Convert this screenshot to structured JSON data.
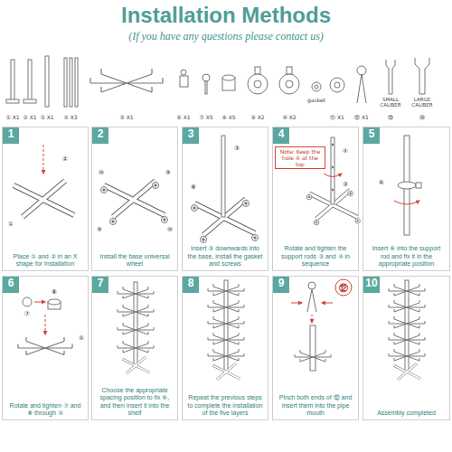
{
  "diagram": {
    "title": "Installation Methods",
    "nodes": [
      {
        "text": [
          "1",
          "Place ① and ② in an X shape for Installation"
        ]
      },
      {
        "text": [
          "2",
          "Install the base universal wheel"
        ]
      },
      {
        "text": [
          "3",
          "Insert ③ downwards into the base, install the gasket and screws"
        ]
      },
      {
        "text": [
          "4",
          "Rotate and tighten the support rods ③ and ④ in sequence"
        ]
      },
      {
        "text": [
          "5",
          "Insert ⑥ into the support rod and fix it in the appropriate position"
        ]
      },
      {
        "text": [
          "6",
          "Rotate and tighten ⑦ and ⑧ through ⑤"
        ]
      },
      {
        "text": [
          "7",
          "Choose the appropriate spacing position to fix ⑥, and then insert it into the shelf"
        ]
      },
      {
        "text": [
          "8",
          "Repeat the previous steps to complete the installation of the five layers"
        ]
      },
      {
        "text": [
          "9",
          "Pinch both ends of ⑫ and insert them into the pipe mouth"
        ]
      },
      {
        "text": [
          "10",
          "Assembly completed"
        ]
      }
    ],
    "labels": [
      "(If you have any questions please contact us)",
      "① X1",
      "② X1",
      "③ X1",
      "④ X3",
      "⑤ X1",
      "⑥ X1",
      "⑦ X5",
      "⑧ X5",
      "⑨ X2",
      "⑩ X2",
      "gasket",
      "⑪ X1",
      "⑫ X1",
      "SMALL CALIBER",
      "⑬",
      "LARGE CALIBER",
      "⑭",
      "②",
      "①",
      "⑩",
      "⑨",
      "⑨",
      "⑩",
      "③",
      "⑧",
      "Note: Keep the hole ④ at the top",
      "④",
      "③",
      "⑥",
      "⑦",
      "⑧",
      "⑤",
      "⑫"
    ]
  }
}
